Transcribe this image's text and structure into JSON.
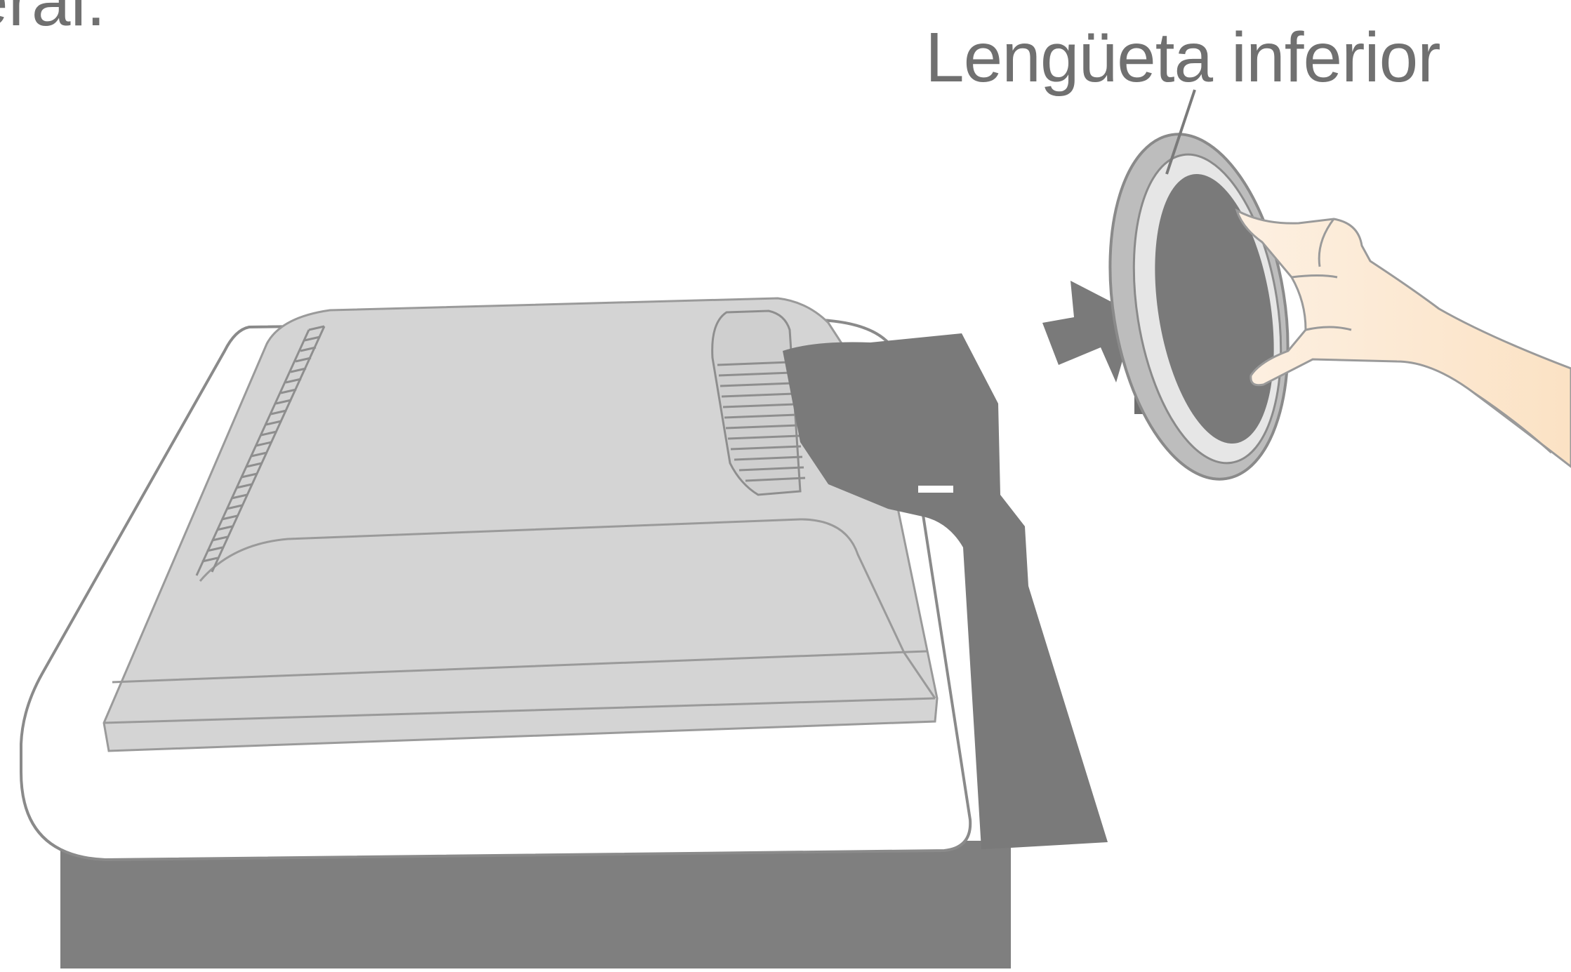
{
  "figure": {
    "callout_label": "Lengüeta inferior",
    "top_partial_text": "eral.",
    "colors": {
      "background": "#ffffff",
      "table_dark": "#7f7f7f",
      "monitor_body": "#d4d4d4",
      "stand_dark": "#7a7a7a",
      "outline": "#8a8a8a",
      "text": "#707070",
      "skin": "#fbe7d2"
    },
    "icons": [
      "monitor-illustration",
      "stand-neck",
      "stand-base",
      "hand-illustration",
      "insert-arrow-icon"
    ]
  }
}
